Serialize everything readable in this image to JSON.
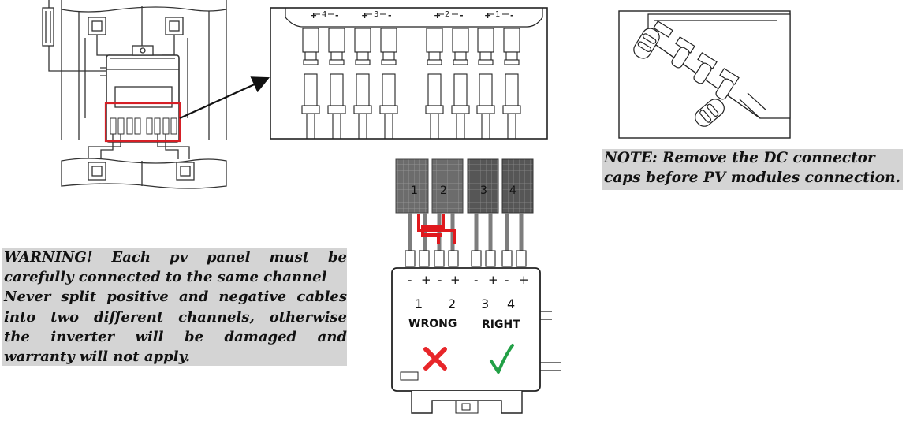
{
  "note": {
    "lines": [
      "NOTE: Remove the DC connector",
      "caps before PV modules connection."
    ]
  },
  "warning": {
    "lines": [
      "WARNING! Each pv panel must be",
      "carefully connected to the same channel",
      "Never split positive and negative cables",
      "into two different channels, otherwise",
      "the inverter will be damaged and",
      "warranty will not apply."
    ]
  },
  "connector_labels": [
    "4",
    "3",
    "2",
    "1"
  ],
  "panels": [
    "1",
    "2",
    "3",
    "4"
  ],
  "terminal_signs": [
    "-",
    "+",
    "-",
    "+",
    "-",
    "+",
    "-",
    "+"
  ],
  "channels": [
    "1",
    "2",
    "3",
    "4"
  ],
  "wrong_label": "WRONG",
  "right_label": "RIGHT",
  "colors": {
    "wrong_mark": "#e8262a",
    "right_mark": "#22a046",
    "bad_wiring": "#e0191e",
    "highlight": "#d61f26",
    "note_bg": "#d4d4d4"
  },
  "icons": [
    "wrong-x-icon",
    "right-check-icon",
    "arrow-icon"
  ]
}
